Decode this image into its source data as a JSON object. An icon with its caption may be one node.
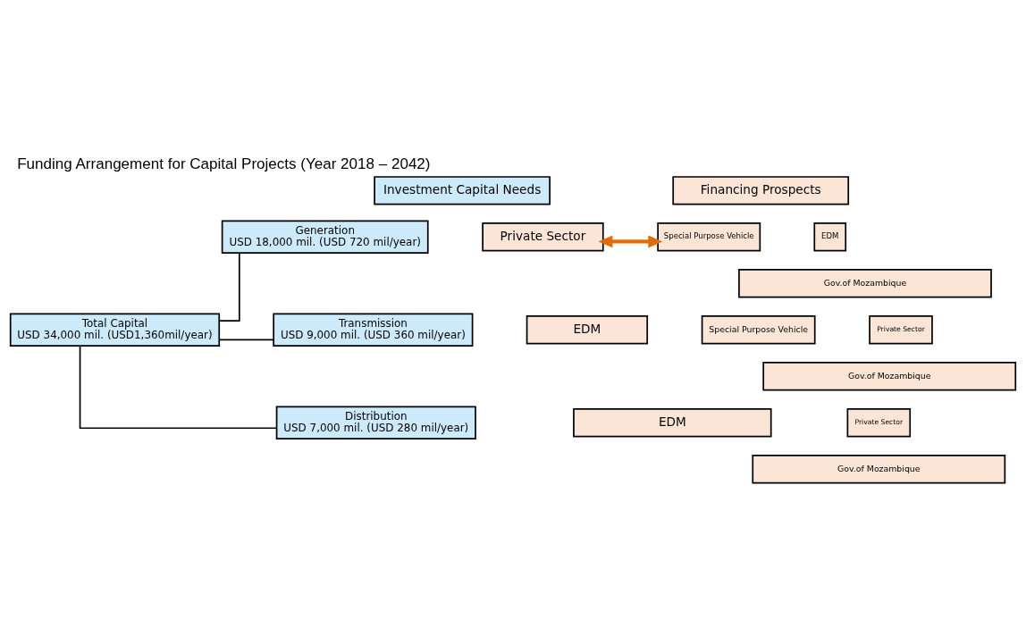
{
  "diagram": {
    "title": "Funding Arrangement for Capital Projects (Year 2018 – 2042)",
    "nodes": [
      {
        "text": [
          "Investment Capital Needs"
        ]
      },
      {
        "text": [
          "Financing Prospects"
        ]
      },
      {
        "text": [
          "Total Capital",
          "USD 34,000 mil. (USD1,360mil/year)"
        ]
      },
      {
        "text": [
          "Generation",
          "USD 18,000 mil. (USD 720 mil/year)"
        ]
      },
      {
        "text": [
          "Transmission",
          "USD 9,000 mil. (USD 360 mil/year)"
        ]
      },
      {
        "text": [
          "Distribution",
          "USD 7,000 mil. (USD 280 mil/year)"
        ]
      },
      {
        "text": [
          "Private Sector"
        ]
      },
      {
        "text": [
          "Special Purpose Vehicle"
        ]
      },
      {
        "text": [
          "EDM"
        ]
      },
      {
        "text": [
          "Gov.of Mozambique"
        ]
      },
      {
        "text": [
          "EDM"
        ]
      },
      {
        "text": [
          "Special Purpose Vehicle"
        ]
      },
      {
        "text": [
          "Private Sector"
        ]
      },
      {
        "text": [
          "Gov.of Mozambique"
        ]
      },
      {
        "text": [
          "EDM"
        ]
      },
      {
        "text": [
          "Private Sector"
        ]
      },
      {
        "text": [
          "Gov.of Mozambique"
        ]
      }
    ],
    "edges": [
      {
        "from": 2,
        "to": 3,
        "arrow": "none"
      },
      {
        "from": 2,
        "to": 4,
        "arrow": "none"
      },
      {
        "from": 2,
        "to": 5,
        "arrow": "none"
      },
      {
        "from": 6,
        "to": 7,
        "arrow": "both",
        "style": "thick",
        "color": "#e36c09"
      }
    ]
  }
}
